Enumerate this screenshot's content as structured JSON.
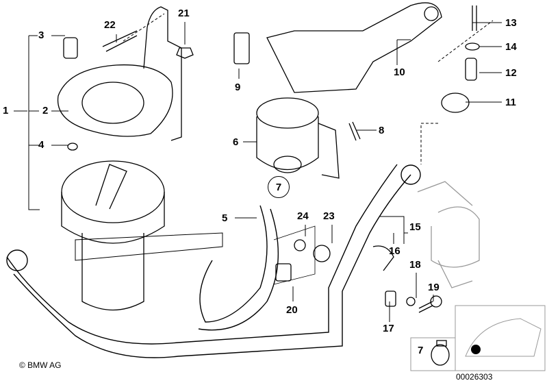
{
  "labels": {
    "l1": "1",
    "l2": "2",
    "l3": "3",
    "l4": "4",
    "l5": "5",
    "l6": "6",
    "l7": "7",
    "l8": "8",
    "l9": "9",
    "l10": "10",
    "l11": "11",
    "l12": "12",
    "l13": "13",
    "l14": "14",
    "l15": "15",
    "l16": "16",
    "l17": "17",
    "l18": "18",
    "l19": "19",
    "l20": "20",
    "l21": "21",
    "l22": "22",
    "l23": "23",
    "l24": "24",
    "inset7": "7"
  },
  "footer": {
    "copyright": "© BMW AG",
    "diagram_number": "00026303"
  },
  "colors": {
    "line": "#000000",
    "ghost": "#999999",
    "marker": "#000000"
  }
}
